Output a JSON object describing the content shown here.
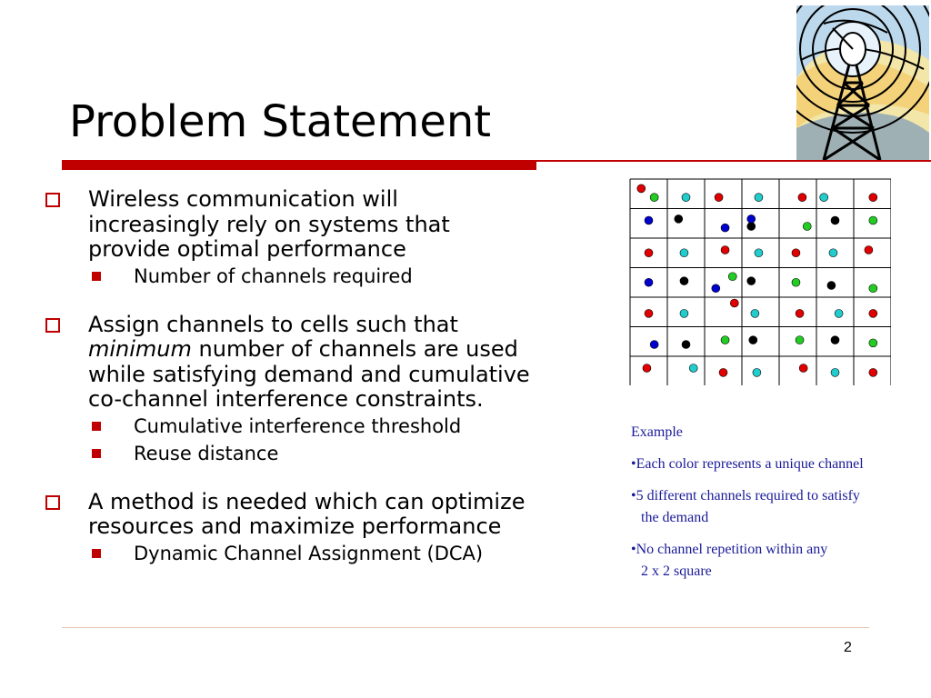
{
  "slide": {
    "title": "Problem Statement",
    "page_number": "2",
    "accent_color": "#c00000",
    "caption_color": "#1a1a99"
  },
  "bullets": [
    {
      "lines": [
        "Wireless communication will",
        "increasingly rely on systems that",
        "provide optimal performance"
      ],
      "sub": [
        "Number of channels required"
      ]
    },
    {
      "lines_rich": [
        [
          {
            "t": "Assign channels to cells such that"
          }
        ],
        [
          {
            "t": "minimum",
            "em": true
          },
          {
            "t": " number of channels are used"
          }
        ],
        [
          {
            "t": "while satisfying demand and cumulative"
          }
        ],
        [
          {
            "t": "co-channel interference constraints."
          }
        ]
      ],
      "sub": [
        "Cumulative interference threshold",
        "Reuse distance"
      ]
    },
    {
      "lines": [
        "A method is needed which can optimize",
        "resources and maximize performance"
      ],
      "sub": [
        "Dynamic Channel Assignment (DCA)"
      ]
    }
  ],
  "example": {
    "heading": "Example",
    "items": [
      {
        "line1": "•Each color represents a unique channel",
        "line2": ""
      },
      {
        "line1": "•5 different channels required to satisfy",
        "line2": "the demand"
      },
      {
        "line1": "•No channel repetition within any",
        "line2": "2 x 2 square"
      }
    ]
  },
  "channel_colors": {
    "r": "#e00000",
    "g": "#22cc22",
    "c": "#22cccc",
    "b": "#0000cc",
    "k": "#000000"
  },
  "grid": {
    "rows": 7,
    "cols": 7,
    "dots": [
      {
        "r": 0,
        "c": 0,
        "dx": 0.3,
        "dy": 0.32,
        "ch": "r"
      },
      {
        "r": 0,
        "c": 0,
        "dx": 0.65,
        "dy": 0.62,
        "ch": "g"
      },
      {
        "r": 0,
        "c": 1,
        "dx": 0.5,
        "dy": 0.62,
        "ch": "c"
      },
      {
        "r": 0,
        "c": 2,
        "dx": 0.38,
        "dy": 0.62,
        "ch": "r"
      },
      {
        "r": 0,
        "c": 3,
        "dx": 0.45,
        "dy": 0.62,
        "ch": "c"
      },
      {
        "r": 0,
        "c": 4,
        "dx": 0.62,
        "dy": 0.62,
        "ch": "r"
      },
      {
        "r": 0,
        "c": 5,
        "dx": 0.2,
        "dy": 0.62,
        "ch": "c"
      },
      {
        "r": 0,
        "c": 6,
        "dx": 0.52,
        "dy": 0.62,
        "ch": "r"
      },
      {
        "r": 1,
        "c": 0,
        "dx": 0.5,
        "dy": 0.4,
        "ch": "b"
      },
      {
        "r": 1,
        "c": 1,
        "dx": 0.3,
        "dy": 0.35,
        "ch": "k"
      },
      {
        "r": 1,
        "c": 2,
        "dx": 0.55,
        "dy": 0.65,
        "ch": "b"
      },
      {
        "r": 1,
        "c": 3,
        "dx": 0.25,
        "dy": 0.6,
        "ch": "k"
      },
      {
        "r": 1,
        "c": 3,
        "dx": 0.25,
        "dy": 0.35,
        "ch": "b"
      },
      {
        "r": 1,
        "c": 4,
        "dx": 0.75,
        "dy": 0.6,
        "ch": "g"
      },
      {
        "r": 1,
        "c": 5,
        "dx": 0.5,
        "dy": 0.4,
        "ch": "k"
      },
      {
        "r": 1,
        "c": 6,
        "dx": 0.52,
        "dy": 0.4,
        "ch": "g"
      },
      {
        "r": 2,
        "c": 0,
        "dx": 0.5,
        "dy": 0.5,
        "ch": "r"
      },
      {
        "r": 2,
        "c": 1,
        "dx": 0.45,
        "dy": 0.5,
        "ch": "c"
      },
      {
        "r": 2,
        "c": 2,
        "dx": 0.55,
        "dy": 0.4,
        "ch": "r"
      },
      {
        "r": 2,
        "c": 3,
        "dx": 0.45,
        "dy": 0.5,
        "ch": "c"
      },
      {
        "r": 2,
        "c": 4,
        "dx": 0.45,
        "dy": 0.5,
        "ch": "r"
      },
      {
        "r": 2,
        "c": 5,
        "dx": 0.45,
        "dy": 0.5,
        "ch": "c"
      },
      {
        "r": 2,
        "c": 6,
        "dx": 0.4,
        "dy": 0.4,
        "ch": "r"
      },
      {
        "r": 3,
        "c": 0,
        "dx": 0.5,
        "dy": 0.5,
        "ch": "b"
      },
      {
        "r": 3,
        "c": 1,
        "dx": 0.45,
        "dy": 0.45,
        "ch": "k"
      },
      {
        "r": 3,
        "c": 2,
        "dx": 0.3,
        "dy": 0.7,
        "ch": "b"
      },
      {
        "r": 3,
        "c": 2,
        "dx": 0.75,
        "dy": 0.3,
        "ch": "g"
      },
      {
        "r": 3,
        "c": 3,
        "dx": 0.25,
        "dy": 0.45,
        "ch": "k"
      },
      {
        "r": 3,
        "c": 4,
        "dx": 0.45,
        "dy": 0.5,
        "ch": "g"
      },
      {
        "r": 3,
        "c": 5,
        "dx": 0.4,
        "dy": 0.6,
        "ch": "k"
      },
      {
        "r": 3,
        "c": 6,
        "dx": 0.52,
        "dy": 0.7,
        "ch": "g"
      },
      {
        "r": 4,
        "c": 0,
        "dx": 0.5,
        "dy": 0.55,
        "ch": "r"
      },
      {
        "r": 4,
        "c": 1,
        "dx": 0.45,
        "dy": 0.55,
        "ch": "c"
      },
      {
        "r": 4,
        "c": 2,
        "dx": 0.8,
        "dy": 0.2,
        "ch": "r"
      },
      {
        "r": 4,
        "c": 3,
        "dx": 0.35,
        "dy": 0.55,
        "ch": "c"
      },
      {
        "r": 4,
        "c": 4,
        "dx": 0.55,
        "dy": 0.55,
        "ch": "r"
      },
      {
        "r": 4,
        "c": 5,
        "dx": 0.6,
        "dy": 0.55,
        "ch": "c"
      },
      {
        "r": 4,
        "c": 6,
        "dx": 0.52,
        "dy": 0.55,
        "ch": "r"
      },
      {
        "r": 5,
        "c": 0,
        "dx": 0.65,
        "dy": 0.6,
        "ch": "b"
      },
      {
        "r": 5,
        "c": 1,
        "dx": 0.5,
        "dy": 0.6,
        "ch": "k"
      },
      {
        "r": 5,
        "c": 2,
        "dx": 0.55,
        "dy": 0.45,
        "ch": "g"
      },
      {
        "r": 5,
        "c": 3,
        "dx": 0.3,
        "dy": 0.45,
        "ch": "k"
      },
      {
        "r": 5,
        "c": 4,
        "dx": 0.55,
        "dy": 0.45,
        "ch": "g"
      },
      {
        "r": 5,
        "c": 5,
        "dx": 0.5,
        "dy": 0.45,
        "ch": "k"
      },
      {
        "r": 5,
        "c": 6,
        "dx": 0.52,
        "dy": 0.55,
        "ch": "g"
      },
      {
        "r": 6,
        "c": 0,
        "dx": 0.45,
        "dy": 0.4,
        "ch": "r"
      },
      {
        "r": 6,
        "c": 1,
        "dx": 0.7,
        "dy": 0.4,
        "ch": "c"
      },
      {
        "r": 6,
        "c": 2,
        "dx": 0.5,
        "dy": 0.55,
        "ch": "r"
      },
      {
        "r": 6,
        "c": 3,
        "dx": 0.4,
        "dy": 0.55,
        "ch": "c"
      },
      {
        "r": 6,
        "c": 4,
        "dx": 0.65,
        "dy": 0.4,
        "ch": "r"
      },
      {
        "r": 6,
        "c": 5,
        "dx": 0.5,
        "dy": 0.55,
        "ch": "c"
      },
      {
        "r": 6,
        "c": 6,
        "dx": 0.52,
        "dy": 0.55,
        "ch": "r"
      }
    ]
  },
  "clipart": {
    "icon": "radio-tower-icon"
  }
}
